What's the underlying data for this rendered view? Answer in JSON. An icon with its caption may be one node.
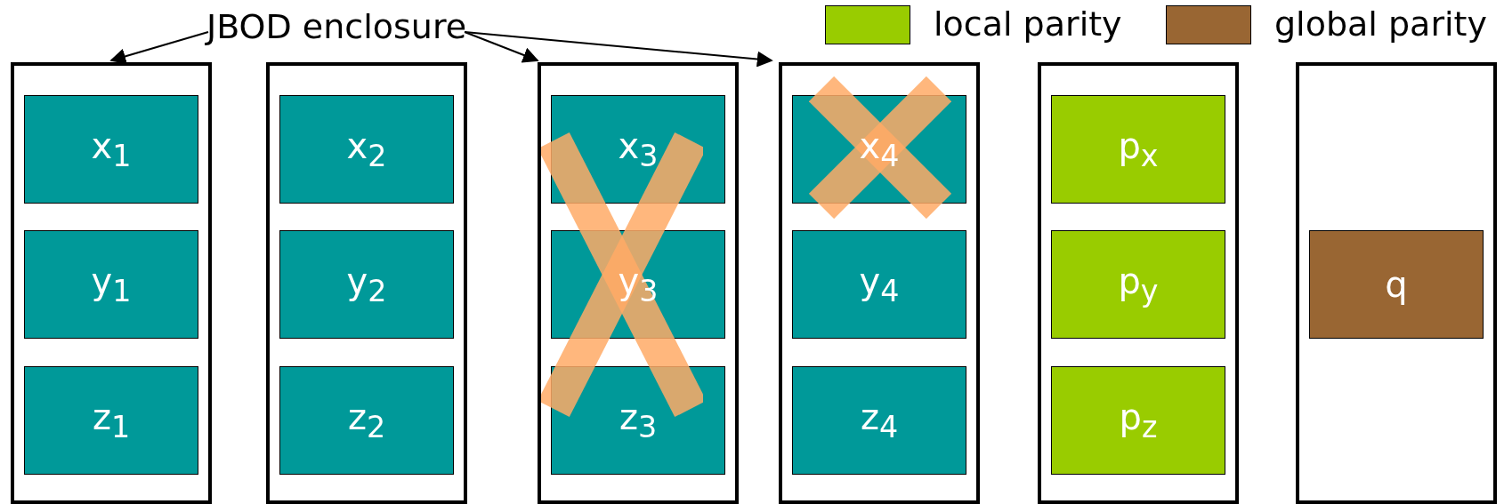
{
  "diagram": {
    "nodes": [
      {
        "text": [
          "JBOD enclosure"
        ]
      },
      {
        "text": [],
        "shape": "box"
      },
      {
        "text": [
          "x$_{1}$"
        ],
        "in": 1
      },
      {
        "text": [
          "y$_{1}$"
        ],
        "in": 1
      },
      {
        "text": [
          "z$_{1}$"
        ],
        "in": 1
      },
      {
        "text": [],
        "shape": "box"
      },
      {
        "text": [
          "x$_{2}$"
        ],
        "in": 5
      },
      {
        "text": [
          "y$_{2}$"
        ],
        "in": 5
      },
      {
        "text": [
          "z$_{2}$"
        ],
        "in": 5
      },
      {
        "text": [],
        "shape": "box"
      },
      {
        "text": [
          "x$_{3}$"
        ],
        "in": 9
      },
      {
        "text": [
          "y$_{3}$"
        ],
        "in": 9
      },
      {
        "text": [
          "z$_{3}$"
        ],
        "in": 9
      },
      {
        "text": [],
        "shape": "box"
      },
      {
        "text": [
          "x$_{4}$"
        ],
        "in": 13
      },
      {
        "text": [
          "y$_{4}$"
        ],
        "in": 13
      },
      {
        "text": [
          "z$_{4}$"
        ],
        "in": 13
      },
      {
        "text": [],
        "shape": "box"
      },
      {
        "text": [
          "p$_{x}$"
        ],
        "in": 17
      },
      {
        "text": [
          "p$_{y}$"
        ],
        "in": 17
      },
      {
        "text": [
          "p$_{z}$"
        ],
        "in": 17
      },
      {
        "text": [],
        "shape": "box"
      },
      {
        "text": [
          "q"
        ],
        "in": 21
      }
    ],
    "edges": [
      {
        "from": 0,
        "to": 1,
        "arrow": "to"
      },
      {
        "from": 0,
        "to": 9,
        "arrow": "to"
      },
      {
        "from": 0,
        "to": 13,
        "arrow": "to"
      }
    ],
    "legend": [
      {
        "text": "local parity",
        "color": "#99cc00"
      },
      {
        "text": "global parity",
        "color": "#996633"
      }
    ]
  }
}
